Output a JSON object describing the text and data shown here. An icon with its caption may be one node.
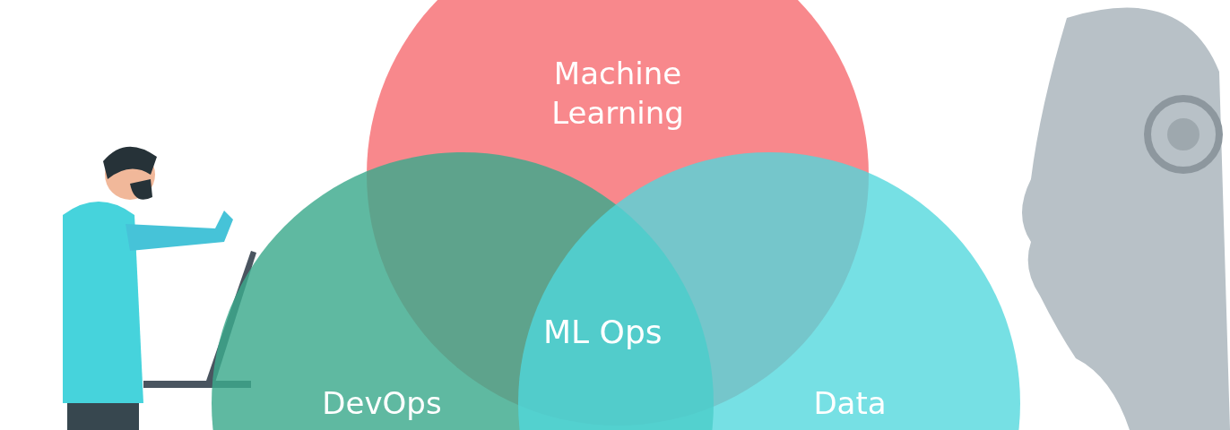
{
  "diagram": {
    "nodes": [
      {
        "text": [
          "Machine Learning"
        ]
      },
      {
        "text": [
          "DevOps"
        ]
      },
      {
        "text": [
          "Data"
        ]
      }
    ],
    "labels": [
      "ML Ops"
    ]
  }
}
